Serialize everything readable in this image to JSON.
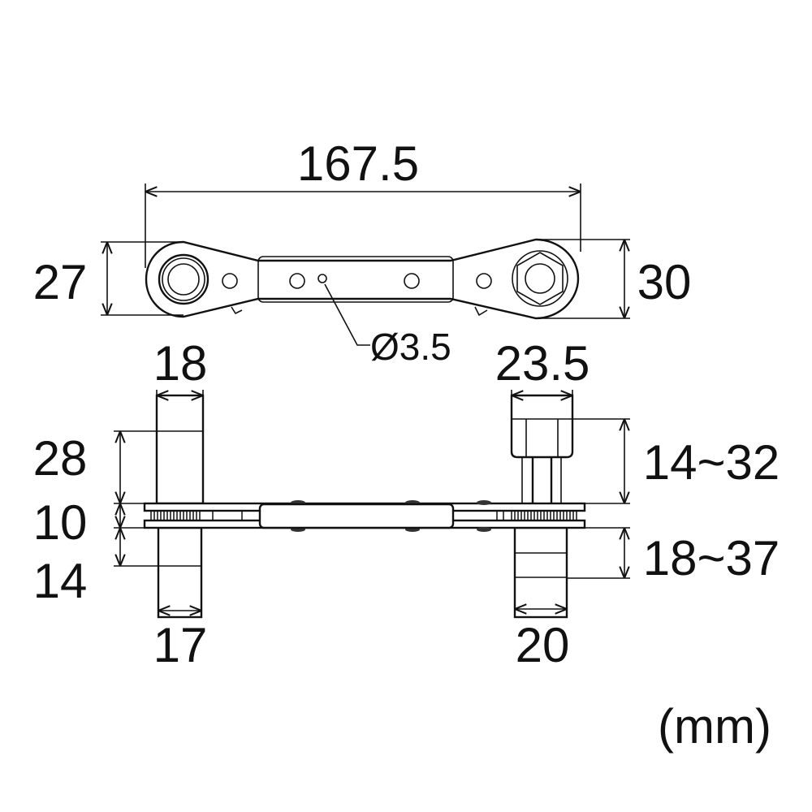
{
  "dimensions": {
    "overall_length": "167.5",
    "left_head_width": "27",
    "right_head_width": "30",
    "hole_diameter": "Ø3.5",
    "left_top_socket_width": "18",
    "right_top_socket_width": "23.5",
    "left_top_socket_height": "28",
    "body_thickness": "10",
    "left_bottom_socket_height": "14",
    "right_top_socket_height": "14~32",
    "right_bottom_socket_height": "18~37",
    "left_bottom_socket_width": "17",
    "right_bottom_socket_width": "20"
  },
  "unit": "(mm)",
  "colors": {
    "line": "#111111",
    "background": "#ffffff"
  }
}
